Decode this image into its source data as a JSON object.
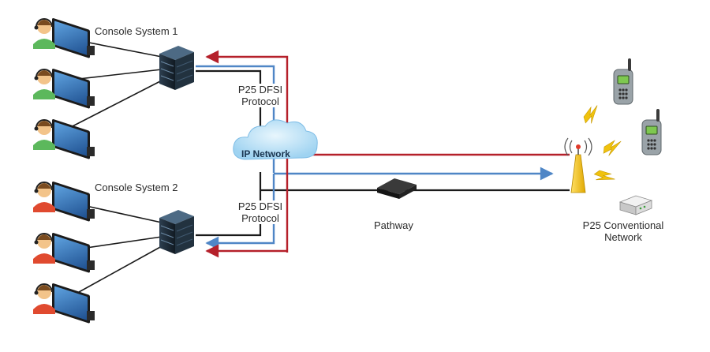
{
  "labels": {
    "console_system_1": "Console System 1",
    "console_system_2": "Console System 2",
    "protocol_top_line1": "P25 DFSI",
    "protocol_top_line2": "Protocol",
    "protocol_bottom_line1": "P25 DFSI",
    "protocol_bottom_line2": "Protocol",
    "ip_network": "IP Network",
    "pathway": "Pathway",
    "p25_network_line1": "P25 Conventional",
    "p25_network_line2": "Network"
  },
  "colors": {
    "red_signal": "#b5202a",
    "blue_signal": "#4f86c6",
    "black_link": "#1a1a1a",
    "cloud": "#bfe3f7",
    "operator_group1": "#5cb85c",
    "operator_group2": "#e04a2f",
    "tower": "#f2c511",
    "lightning": "#f0c20e"
  },
  "icons": [
    "console-operator-icon",
    "server-icon",
    "cloud-icon",
    "pathway-device-icon",
    "radio-tower-icon",
    "handheld-radio-icon",
    "lightning-icon",
    "base-station-icon"
  ]
}
